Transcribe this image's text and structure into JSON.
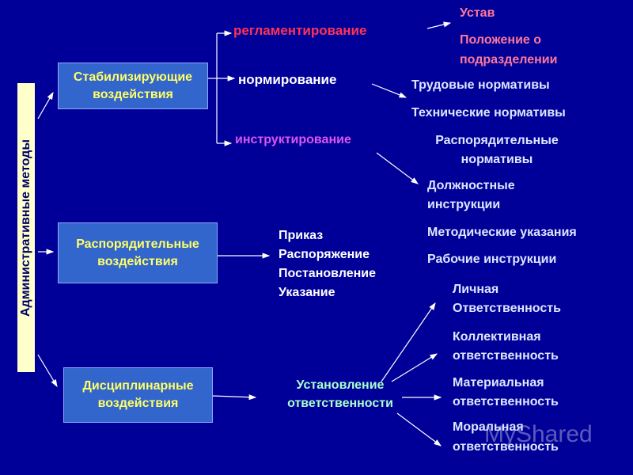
{
  "title_vertical": "Административные методы",
  "boxes": {
    "stabilizing": [
      "Стабилизирующие",
      "воздействия"
    ],
    "administrative": [
      "Распорядительные",
      "воздействия"
    ],
    "disciplinary": [
      "Дисциплинарные",
      "воздействия"
    ]
  },
  "stabilizing_branches": {
    "reglament": "регламентирование",
    "normirovanie": "нормирование",
    "instrukt": "инструктирование"
  },
  "reglament_items": [
    "Устав",
    "Положение о",
    "подразделении"
  ],
  "norm_items": [
    "Трудовые нормативы",
    "Технические нормативы",
    "Распорядительные",
    "нормативы"
  ],
  "instr_items": [
    "Должностные",
    "инструкции",
    "Методические указания",
    "Рабочие инструкции"
  ],
  "admin_items": [
    "Приказ",
    "Распоряжение",
    "Постановление",
    "Указание"
  ],
  "discipline_center": [
    "Установление",
    "ответственности"
  ],
  "responsibility_items": [
    "Личная",
    "Ответственность",
    "Коллективная",
    "ответственность",
    "Материальная",
    "ответственность",
    "Моральная",
    "ответственность"
  ],
  "watermark": "MyShared",
  "colors": {
    "background": "#000099",
    "box": "#3366cc",
    "box_text": "#ffff66",
    "reglament": "#ff3355",
    "reglament_items": "#ff7799",
    "instrukt": "#dd55ee",
    "discipline_center": "#aaffcc",
    "items": "#dde6ff"
  }
}
